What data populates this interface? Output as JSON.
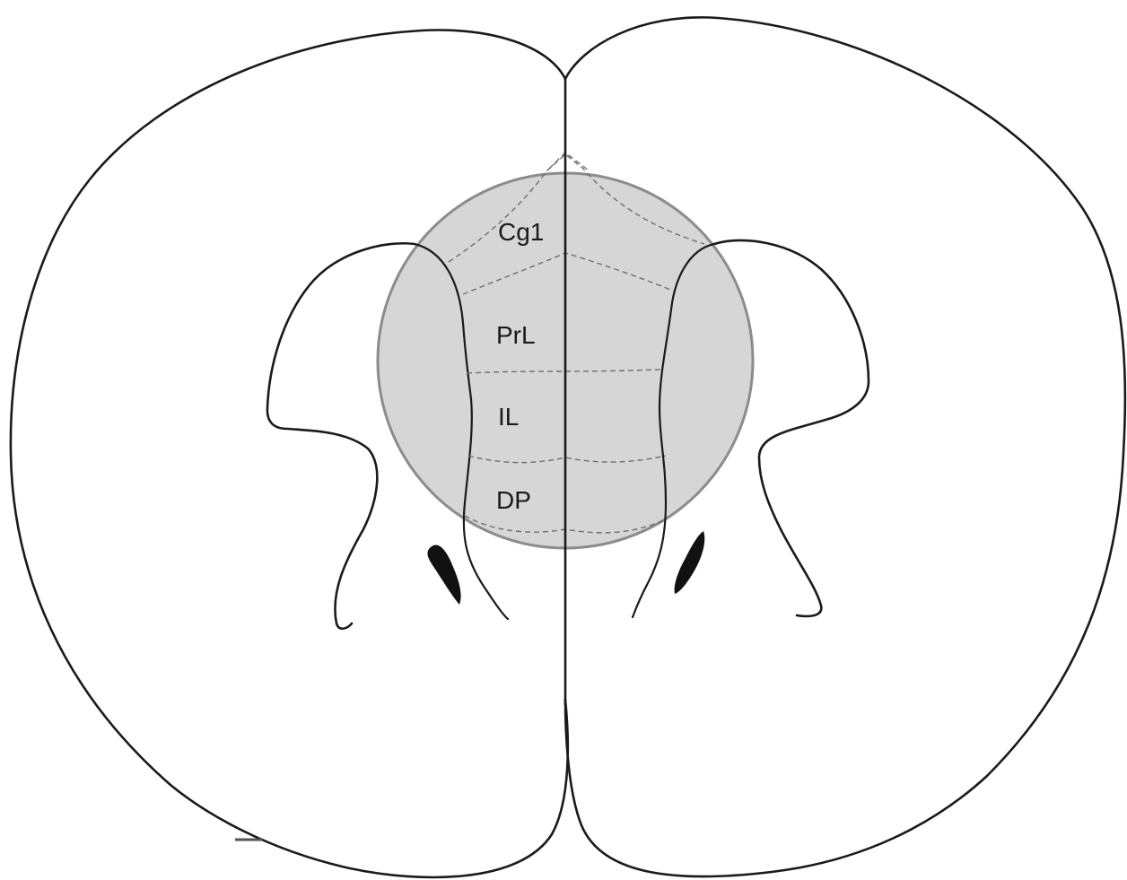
{
  "diagram": {
    "regions": [
      {
        "id": "cg1",
        "label": "Cg1"
      },
      {
        "id": "prl",
        "label": "PrL"
      },
      {
        "id": "il",
        "label": "IL"
      },
      {
        "id": "dp",
        "label": "DP"
      }
    ],
    "colors": {
      "outline": "#1a1a1a",
      "highlight_fill": "#d6d6d6",
      "highlight_stroke": "#8c8c8c",
      "boundary_dashes": "#6e6e6e"
    }
  }
}
